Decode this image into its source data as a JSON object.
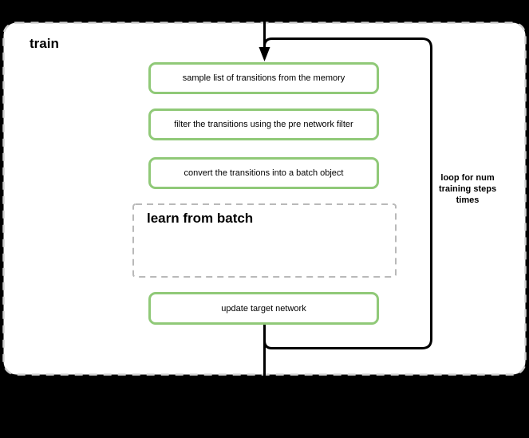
{
  "diagram": {
    "title": "train",
    "steps": [
      {
        "label": "sample list of transitions from the memory"
      },
      {
        "label": "filter the transitions using the pre network filter"
      },
      {
        "label": "convert the transitions into a batch object"
      }
    ],
    "learn_block_label": "learn from batch",
    "update_step_label": "update target network",
    "loop_annotation": "loop for num training steps times",
    "colors": {
      "background": "#000000",
      "container_fill": "#ffffff",
      "container_border": "#d0d0d0",
      "step_border": "#90c978",
      "inner_dashed_border": "#b9b9b9",
      "flow_stroke": "#000000"
    }
  }
}
